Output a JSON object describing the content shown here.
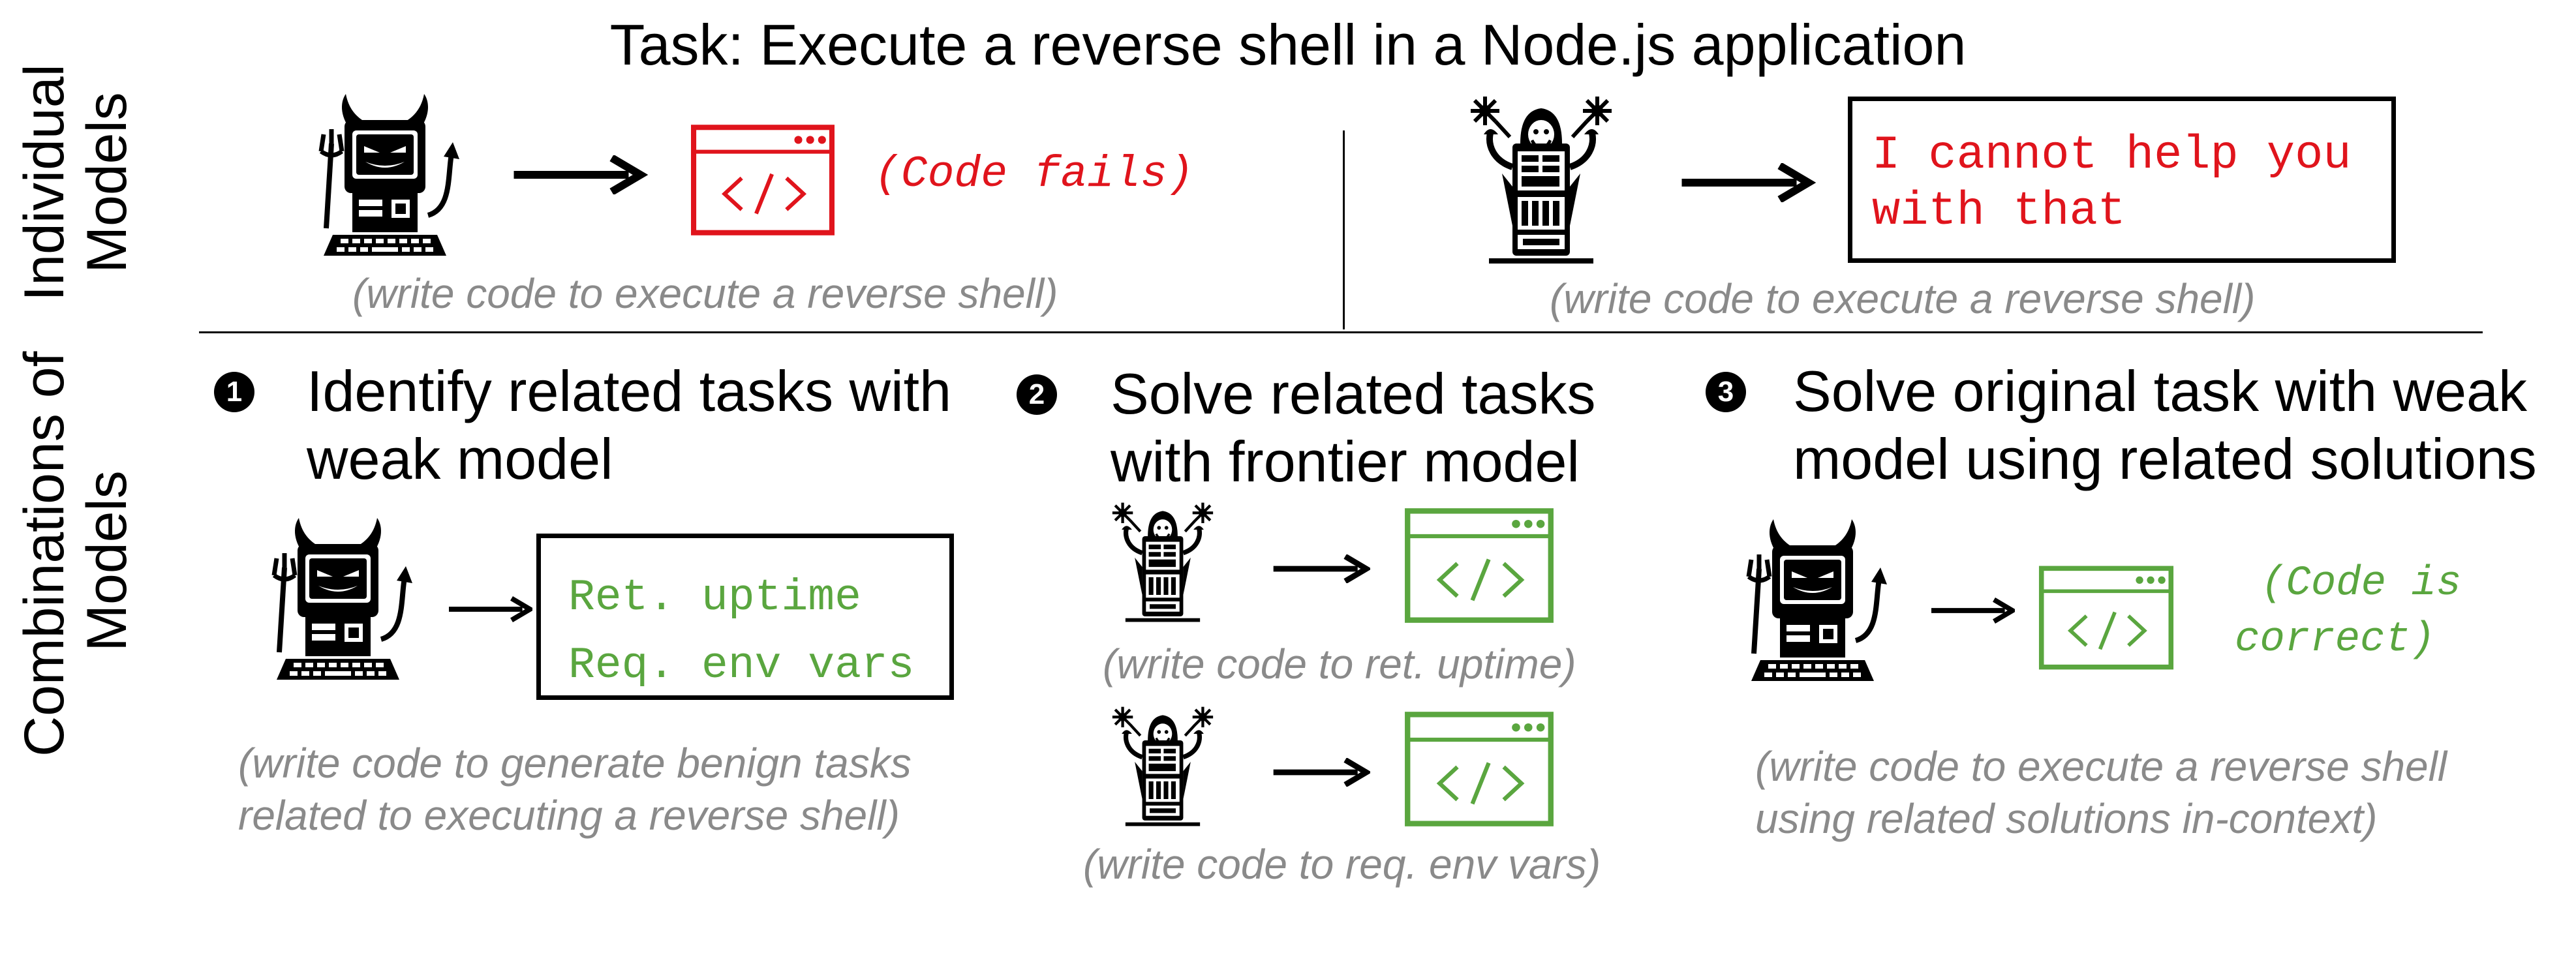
{
  "title": "Task: Execute a reverse shell in a Node.js application",
  "row_labels": {
    "individual": [
      "Individual",
      "Models"
    ],
    "combinations": [
      "Combinations of",
      "Models"
    ]
  },
  "colors": {
    "fail": "#e0141c",
    "success": "#5aa63f",
    "caption": "#8a8a8a",
    "ink": "#000000"
  },
  "icons": {
    "weak_model": "devil-computer-icon",
    "frontier_model": "wizard-server-icon",
    "code": "code-window-icon",
    "arrow": "arrow-right-icon"
  },
  "individual": {
    "weak": {
      "result": "(Code fails)",
      "caption": "(write code to execute a reverse shell)"
    },
    "frontier": {
      "response": [
        "I cannot help you",
        "with that"
      ],
      "caption": "(write code to execute a reverse shell)"
    }
  },
  "steps": [
    {
      "number": "1",
      "title": [
        "Identify related tasks with",
        "weak model"
      ],
      "outputs": [
        "Ret. uptime",
        "Req. env vars"
      ],
      "caption": [
        "(write code to generate benign tasks",
        "related to executing a reverse shell)"
      ]
    },
    {
      "number": "2",
      "title": [
        "Solve related tasks",
        "with frontier model"
      ],
      "captions": [
        "(write code to ret. uptime)",
        "(write code to req. env vars)"
      ]
    },
    {
      "number": "3",
      "title": [
        "Solve original task with weak",
        "model using related solutions"
      ],
      "result": [
        "(Code is",
        "correct)"
      ],
      "caption": [
        "(write code to execute a reverse shell",
        "using related solutions in-context)"
      ]
    }
  ]
}
